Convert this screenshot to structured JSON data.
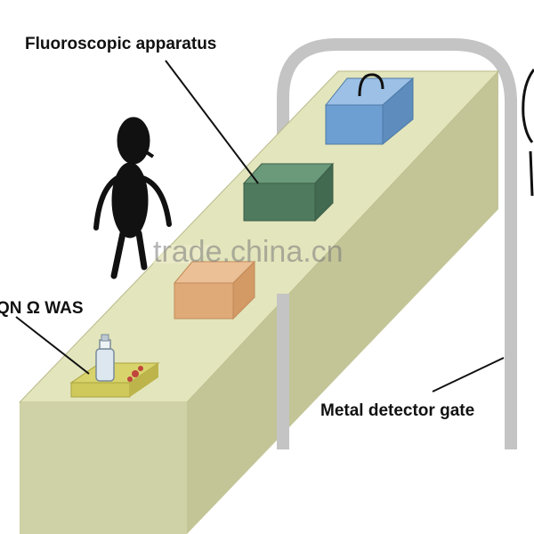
{
  "labels": {
    "fluoroscopic": "Fluoroscopic apparatus",
    "qn_was": "QN Ω WAS",
    "metal_detector": "Metal detector gate"
  },
  "watermark": "trade.china.cn",
  "colors": {
    "belt_top": "#e3e5bc",
    "belt_front": "#c6c99a",
    "belt_side": "#c3c597",
    "gate": "#c4c4c4",
    "blue_box": "#6e9fd2",
    "green_box": "#4f7a5e",
    "orange_box": "#e0aa78",
    "tray": "#cfc85a",
    "bottle": "#dce7ef",
    "figure": "#111111"
  },
  "icons": [
    "person-silhouette-icon",
    "suitcase-handle-icon",
    "bottle-icon"
  ]
}
